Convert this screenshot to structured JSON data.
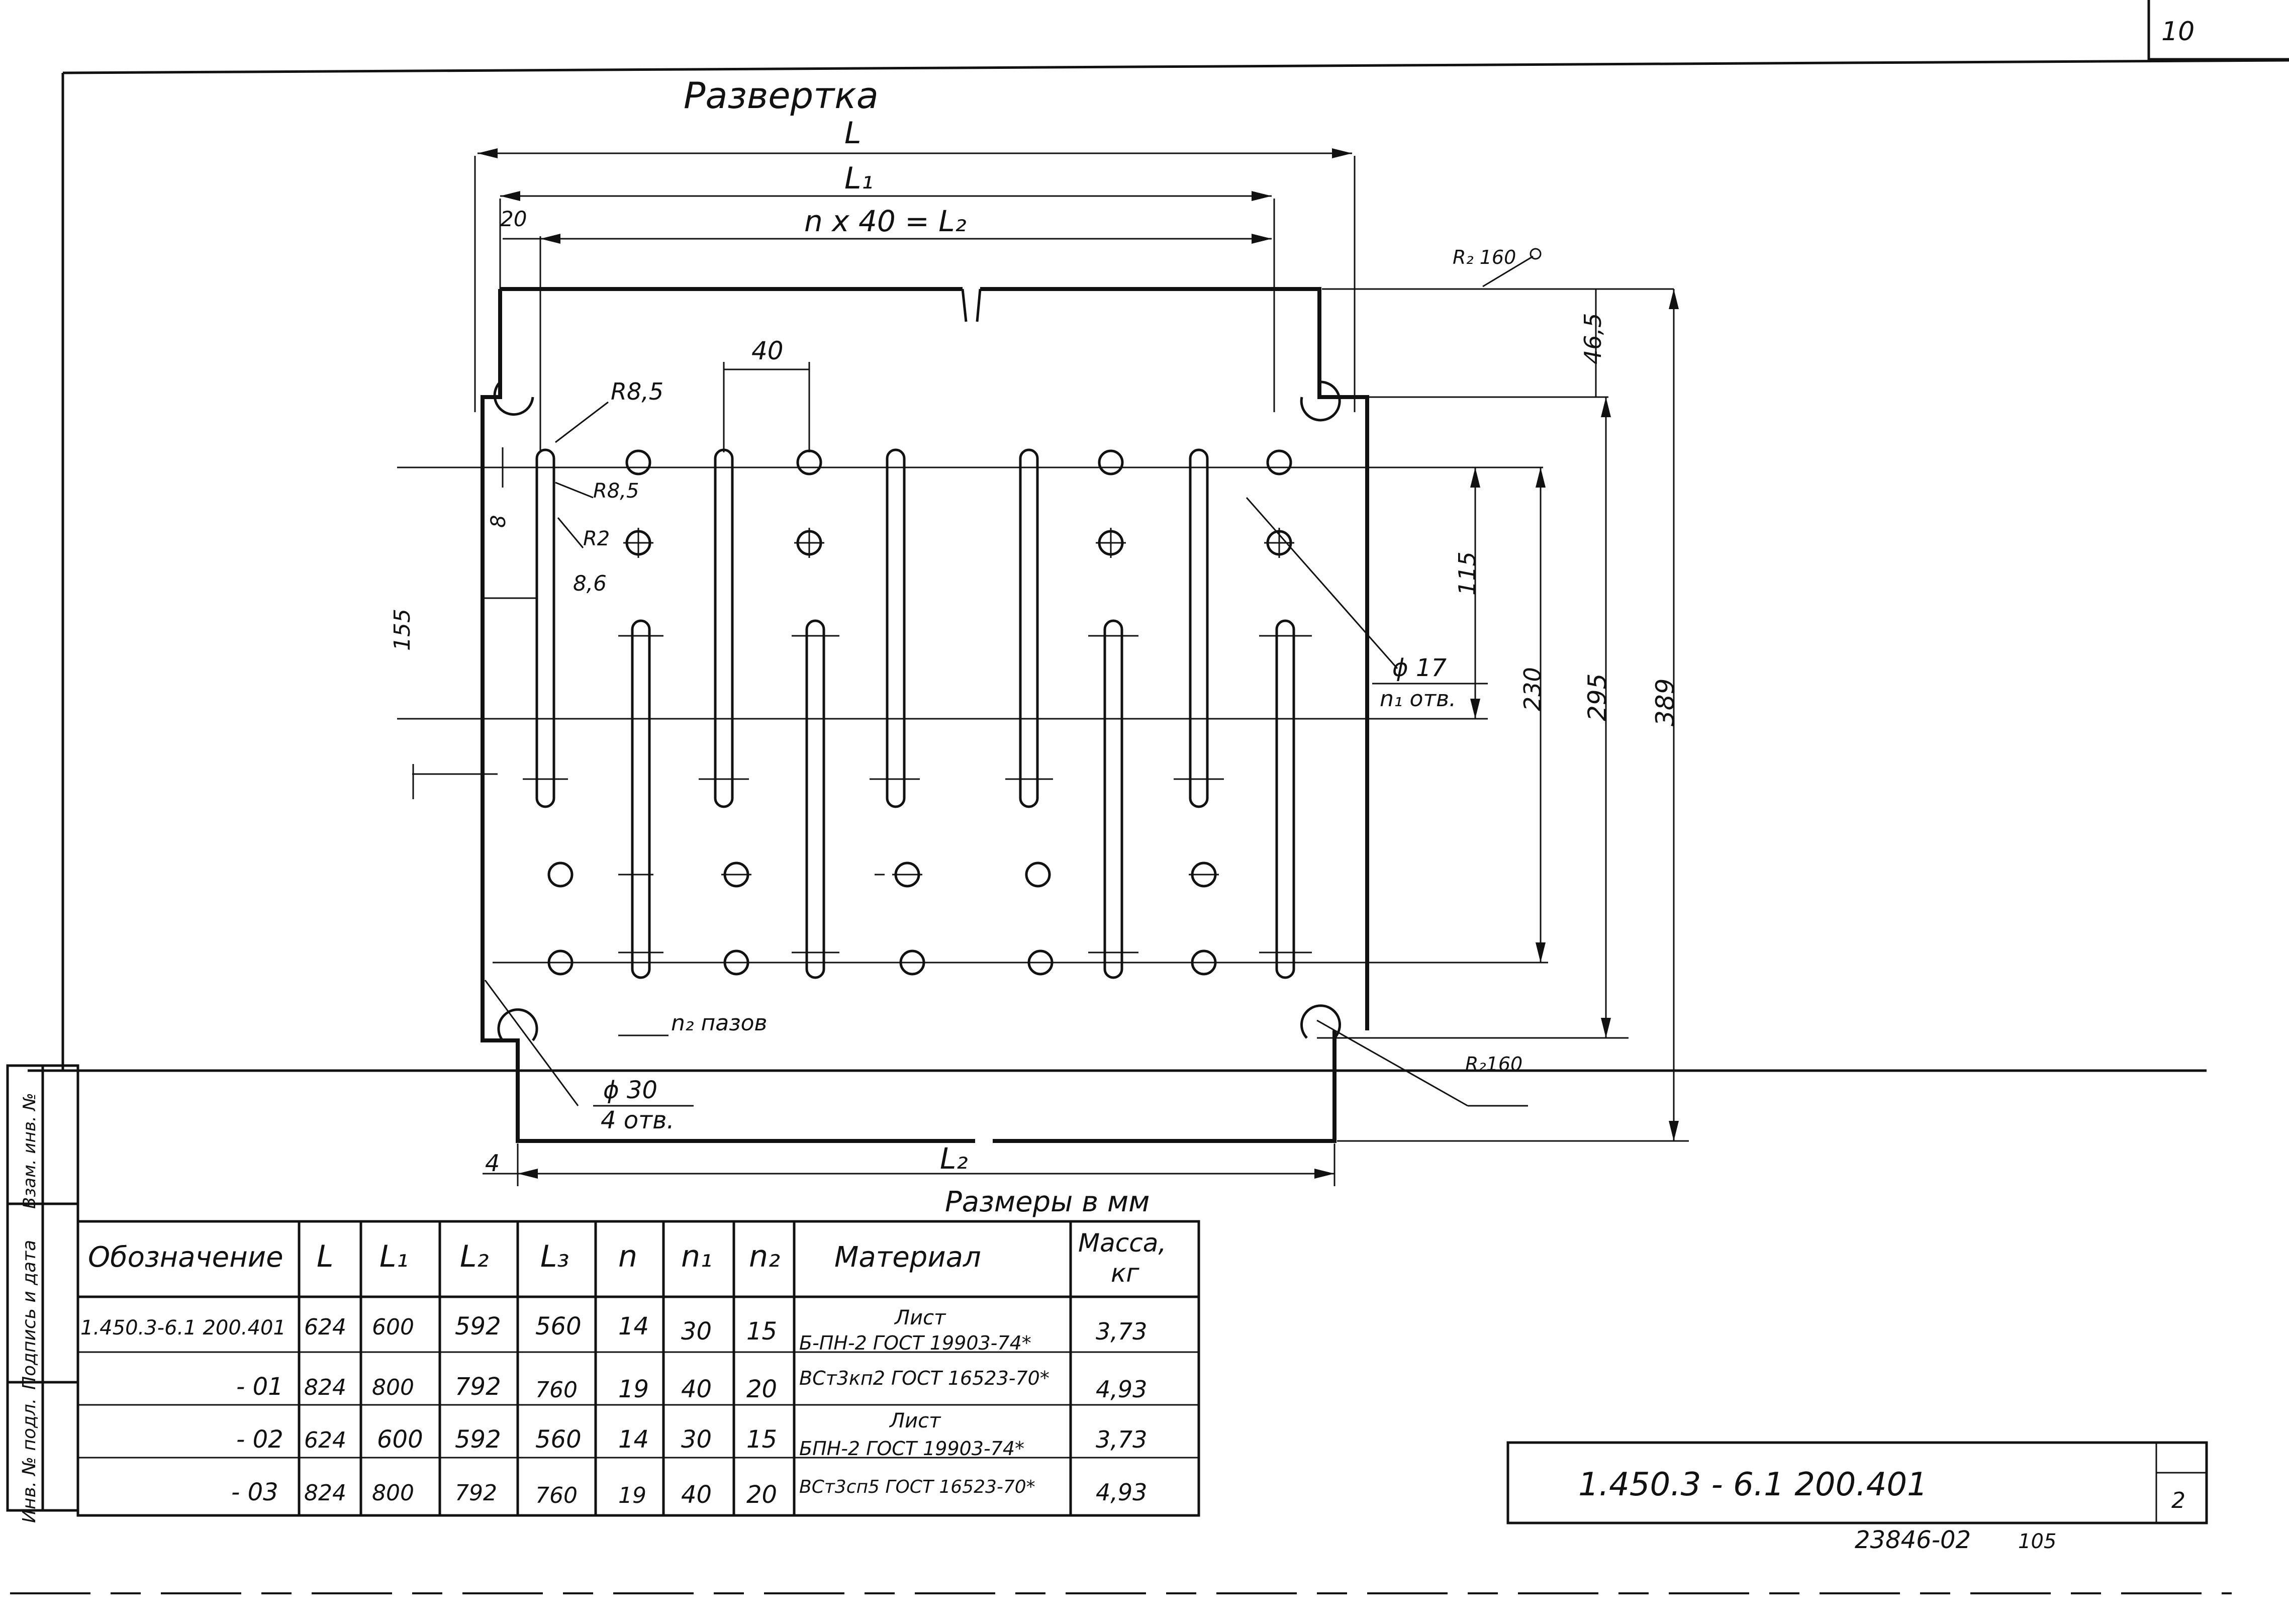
{
  "sheet_corner_number": "10",
  "drawing": {
    "title": "Развертка",
    "dims": {
      "L": "L",
      "L1": "L₁",
      "pitch_formula": "n x 40 = L₂",
      "edge": "20",
      "pitch": "40",
      "r_top": "R₂ 160",
      "d46": "46,5",
      "r85a": "R8,5",
      "r85b": "R8,5",
      "r2": "R2",
      "d8": "8",
      "d86": "8,6",
      "d155": "155",
      "d115": "115",
      "d230": "230",
      "d295": "295",
      "d389": "389",
      "hole17": "ϕ 17",
      "hole17_count": "n₁ отв.",
      "slot_count": "n₂ пазов",
      "hole30": "ϕ 30",
      "hole30_count": "4 отв.",
      "r_bottom": "R₂160",
      "d4": "4",
      "L2": "L₂"
    },
    "units_note": "Размеры в мм"
  },
  "side_stamp": {
    "col1": "Инв. № подл.",
    "col2": "Подпись и дата",
    "col3": "Взам. инв. №"
  },
  "table": {
    "headers": [
      "Обозначение",
      "L",
      "L₁",
      "L₂",
      "L₃",
      "n",
      "n₁",
      "n₂",
      "Материал",
      "Масса, кг"
    ],
    "rows": [
      {
        "designation": "1.450.3-6.1 200.401",
        "L": "624",
        "L1": "600",
        "L2": "592",
        "L3": "560",
        "n": "14",
        "n1": "30",
        "n2": "15",
        "material": "Б-ПН-2 ГОСТ 19903-74*",
        "mass": "3,73"
      },
      {
        "designation": "- 01",
        "L": "824",
        "L1": "800",
        "L2": "792",
        "L3": "760",
        "n": "19",
        "n1": "40",
        "n2": "20",
        "material": "ВСт3кп2 ГОСТ 16523-70*",
        "mass": "4,93"
      },
      {
        "designation": "- 02",
        "L": "624",
        "L1": "600",
        "L2": "592",
        "L3": "560",
        "n": "14",
        "n1": "30",
        "n2": "15",
        "material": "БПН-2 ГОСТ 19903-74*",
        "mass": "3,73"
      },
      {
        "designation": "- 03",
        "L": "824",
        "L1": "800",
        "L2": "792",
        "L3": "760",
        "n": "19",
        "n1": "40",
        "n2": "20",
        "material": "ВСт3сп5 ГОСТ 16523-70*",
        "mass": "4,93"
      }
    ],
    "material_sheet_label_1": "Лист",
    "material_sheet_label_2": "Лист"
  },
  "title_block": {
    "code": "1.450.3 - 6.1 200.401",
    "sheet": "2"
  },
  "footer": {
    "inventory": "23846-02",
    "page": "105"
  }
}
